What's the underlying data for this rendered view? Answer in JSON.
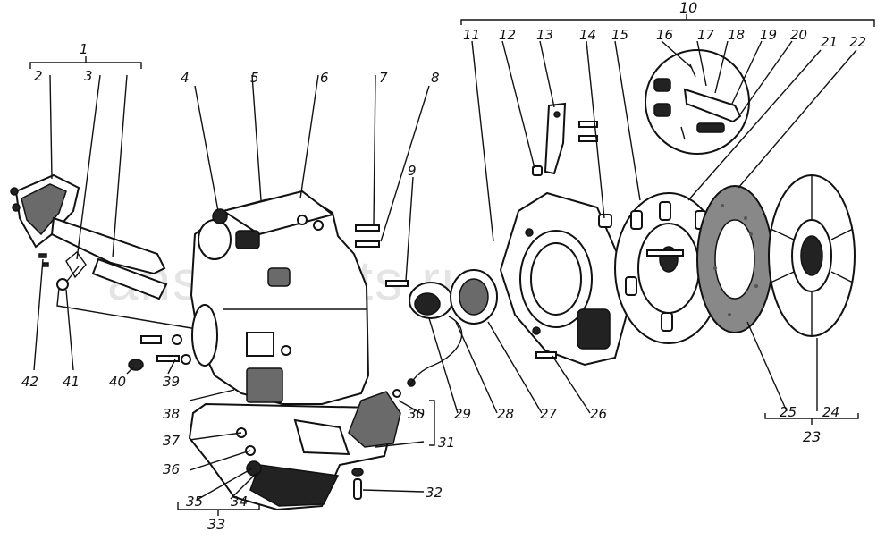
{
  "watermark": "ansat-parts.ru",
  "callouts": {
    "c1": "1",
    "c2": "2",
    "c3": "3",
    "c4": "4",
    "c5": "5",
    "c6": "6",
    "c7": "7",
    "c8": "8",
    "c9": "9",
    "c10": "10",
    "c11": "11",
    "c12": "12",
    "c13": "13",
    "c14": "14",
    "c15": "15",
    "c16": "16",
    "c17": "17",
    "c18": "18",
    "c19": "19",
    "c20": "20",
    "c21": "21",
    "c22": "22",
    "c23": "23",
    "c24": "24",
    "c25": "25",
    "c26": "26",
    "c27": "27",
    "c28": "28",
    "c29": "29",
    "c30": "30",
    "c31": "31",
    "c32": "32",
    "c33": "33",
    "c34": "34",
    "c35": "35",
    "c36": "36",
    "c37": "37",
    "c38": "38",
    "c39": "39",
    "c40": "40",
    "c41": "41",
    "c42": "42"
  }
}
